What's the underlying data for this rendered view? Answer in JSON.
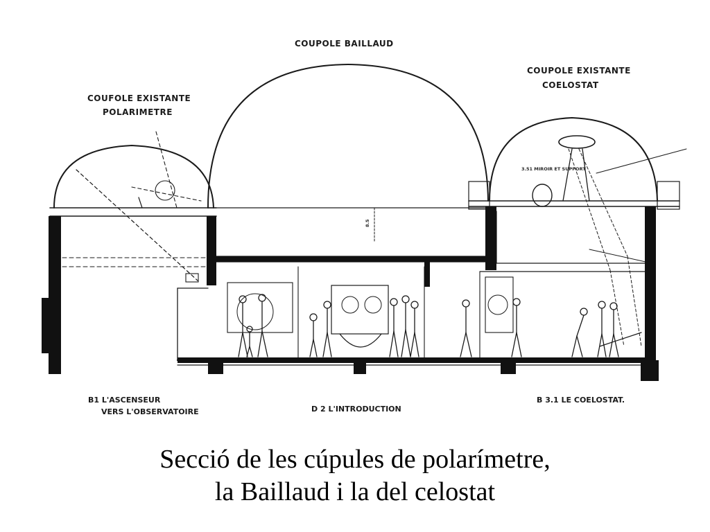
{
  "diagram": {
    "domes": {
      "center_label": "COUPOLE BAILLAUD",
      "left_label_line1": "COUFOLE EXISTANTE",
      "left_label_line2": "POLARIMETRE",
      "right_label_line1": "COUPOLE EXISTANTE",
      "right_label_line2": "COELOSTAT"
    },
    "floor_labels": {
      "elevator_line1": "B1 L'ASCENSEUR",
      "elevator_line2": "VERS L'OBSERVATOIRE",
      "introduction": "D 2 L'INTRODUCTION",
      "coelostat": "B 3.1 LE COELOSTAT."
    },
    "small_labels": {
      "mirror": "3.51 MIROIR ET SUPPORT",
      "level_85": "8.5"
    }
  },
  "caption": {
    "line1": "Secció de les cúpules de polarímetre,",
    "line2": "la Baillaud i la del celostat"
  }
}
